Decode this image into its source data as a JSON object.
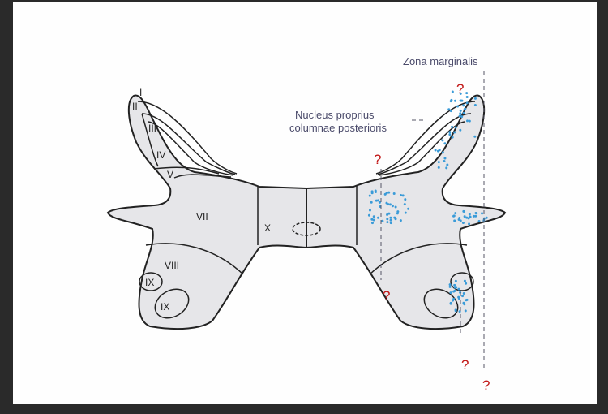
{
  "laminae": {
    "I": "I",
    "II": "II",
    "III": "III",
    "IV": "IV",
    "V": "V",
    "VII": "VII",
    "VIII": "VIII",
    "IX_a": "IX",
    "IX_b": "IX",
    "X": "X"
  },
  "labels": {
    "zona_marginalis": "Zona marginalis",
    "nucleus_line1": "Nucleus proprius",
    "nucleus_line2": "columnae posterioris"
  },
  "questions": [
    "?",
    "?",
    "?",
    "?",
    "?",
    "?"
  ],
  "colors": {
    "gray_matter": "#e6e6e9",
    "outline": "#222222",
    "dots": "#3a9bd8",
    "question": "#c21818"
  }
}
